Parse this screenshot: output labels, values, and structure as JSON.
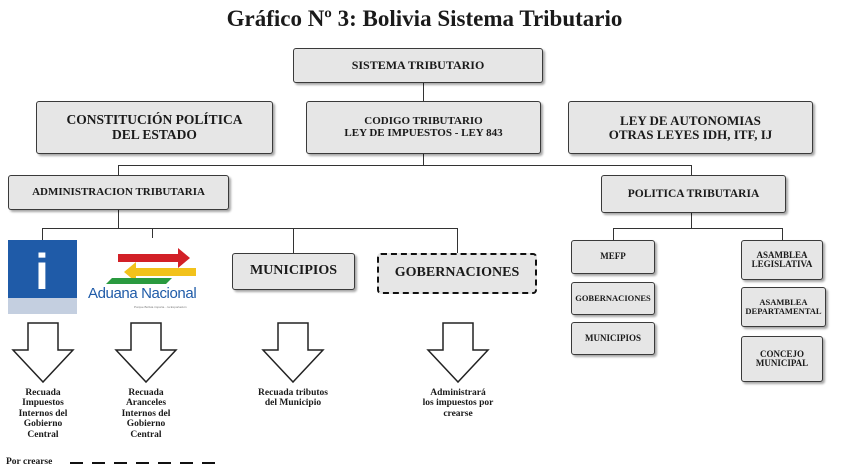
{
  "title": "Gráfico Nº 3: Bolivia Sistema Tributario",
  "boxes": {
    "sistema": "SISTEMA TRIBUTARIO",
    "constitucion": "CONSTITUCIÓN POLÍTICA\nDEL ESTADO",
    "codigo": "CODIGO TRIBUTARIO\nLEY DE IMPUESTOS - LEY 843",
    "ley": "LEY DE AUTONOMIAS\nOTRAS LEYES IDH, ITF, IJ",
    "administracion": "ADMINISTRACION TRIBUTARIA",
    "politica": "POLITICA TRIBUTARIA",
    "municipios": "MUNICIPIOS",
    "gobernaciones": "GOBERNACIONES",
    "mefp": "MEFP",
    "gob2": "GOBERNACIONES",
    "mun2": "MUNICIPIOS",
    "asamblea_leg": "ASAMBLEA\nLEGISLATIVA",
    "asamblea_dep": "ASAMBLEA\nDEPARTAMENTAL",
    "concejo": "CONCEJO\nMUNICIPAL"
  },
  "logos": {
    "impuestos_letter": "i",
    "aduana_text": "Aduana Nacional",
    "aduana_sub": "Porque Bolivia importa... la Exportación",
    "colors": {
      "blue": "#1f5ba8",
      "red": "#d22027",
      "yellow": "#f2c21b",
      "green": "#2a9a3f"
    }
  },
  "captions": {
    "impuestos": "Recuada\nImpuestos\nInternos del\nGobierno\nCentral",
    "aduana": "Recuada\nAranceles\nInternos del\nGobierno\nCentral",
    "municipios": "Recuada tributos\ndel Municipio",
    "gobernaciones": "Administrará\nlos impuestos por\ncrearse"
  },
  "legend": "Por crearse"
}
